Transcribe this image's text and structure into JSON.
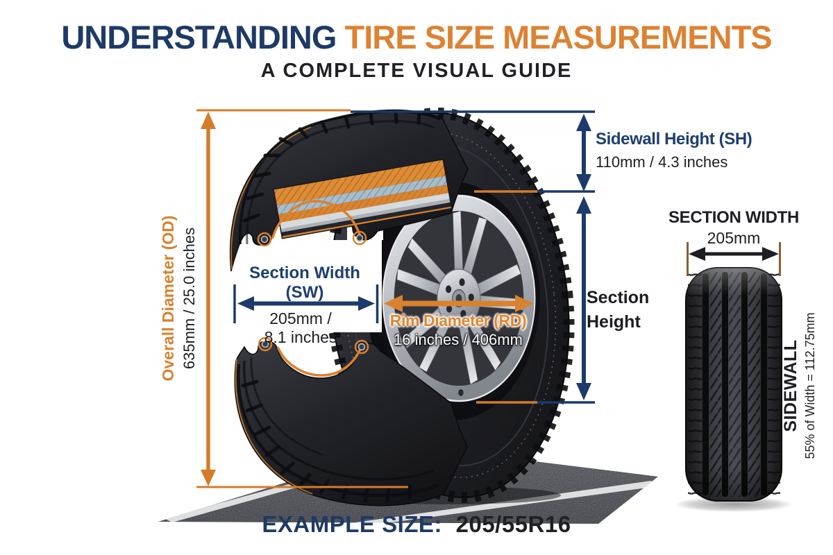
{
  "header": {
    "title_part1": "UNDERSTANDING",
    "title_part2": "TIRE SIZE MEASUREMENTS",
    "subtitle": "A COMPLETE VISUAL GUIDE"
  },
  "annotations": {
    "overall_diameter": {
      "label": "Overall Diameter (OD)",
      "value": "635mm / 25.0 inches"
    },
    "sidewall_height": {
      "label": "Sidewall Height (SH)",
      "value": "110mm / 4.3 inches"
    },
    "section_width": {
      "label_line1": "Section Width",
      "label_line2": "(SW)",
      "value_line1": "205mm /",
      "value_line2": "8.1 inches"
    },
    "rim_diameter": {
      "label": "Rim Diameter (RD)",
      "value": "16 inches / 406mm"
    },
    "section_height": {
      "label_line1": "Section",
      "label_line2": "Height"
    }
  },
  "front_view": {
    "title": "SECTION WIDTH",
    "width_value": "205mm",
    "sidewall_label": "SIDEWALL",
    "sidewall_value": "55% of Width = 112.75mm"
  },
  "footer": {
    "label": "EXAMPLE SIZE:",
    "value": "205/55R16"
  },
  "colors": {
    "navy": "#1e3a66",
    "orange": "#d9812f",
    "dark_text": "#1d1e22",
    "steel_belt": "#a8bcca"
  }
}
